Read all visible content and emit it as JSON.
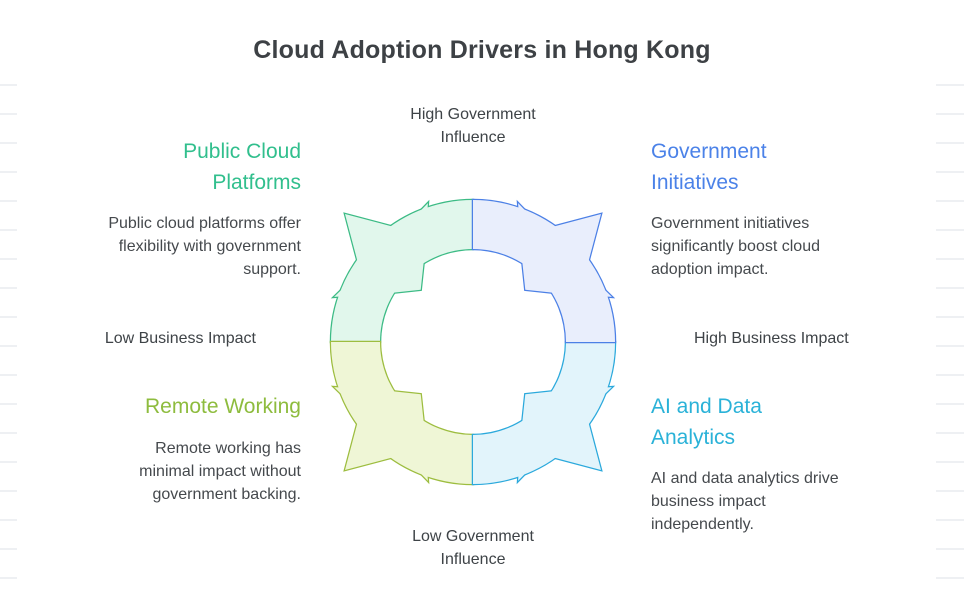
{
  "title": "Cloud Adoption Drivers in Hong Kong",
  "axes": {
    "top": "High Government Influence",
    "bottom": "Low Government Influence",
    "left": "Low Business Impact",
    "right": "High Business Impact"
  },
  "quadrants": [
    {
      "id": "public-cloud-platforms",
      "position": "top-left",
      "title": "Public Cloud Platforms",
      "description": "Public cloud platforms offer flexibility with government support.",
      "color": "#31bf8d"
    },
    {
      "id": "government-initiatives",
      "position": "top-right",
      "title": "Government Initiatives",
      "description": "Government initiatives significantly boost cloud adoption impact.",
      "color": "#4b82e8"
    },
    {
      "id": "remote-working",
      "position": "bottom-left",
      "title": "Remote Working",
      "description": "Remote working has minimal impact without government backing.",
      "color": "#8ebc3e"
    },
    {
      "id": "ai-and-data-analytics",
      "position": "bottom-right",
      "title": "AI and Data Analytics",
      "description": "AI and data analytics drive business impact independently.",
      "color": "#2ab2d8"
    }
  ],
  "diagram": {
    "type": "circular-cycle-arrows",
    "segments": [
      {
        "name": "public-cloud-platforms",
        "quadrant": "top-left",
        "stroke": "#3cbb85",
        "fill": "#e1f7ec"
      },
      {
        "name": "remote-working",
        "quadrant": "bottom-left",
        "stroke": "#9dbd3f",
        "fill": "#eff6d6"
      },
      {
        "name": "ai-and-data-analytics",
        "quadrant": "bottom-right",
        "stroke": "#2ba9dc",
        "fill": "#e2f4fb"
      },
      {
        "name": "government-initiatives",
        "quadrant": "top-right",
        "stroke": "#4c80e6",
        "fill": "#e9eefc"
      }
    ]
  }
}
